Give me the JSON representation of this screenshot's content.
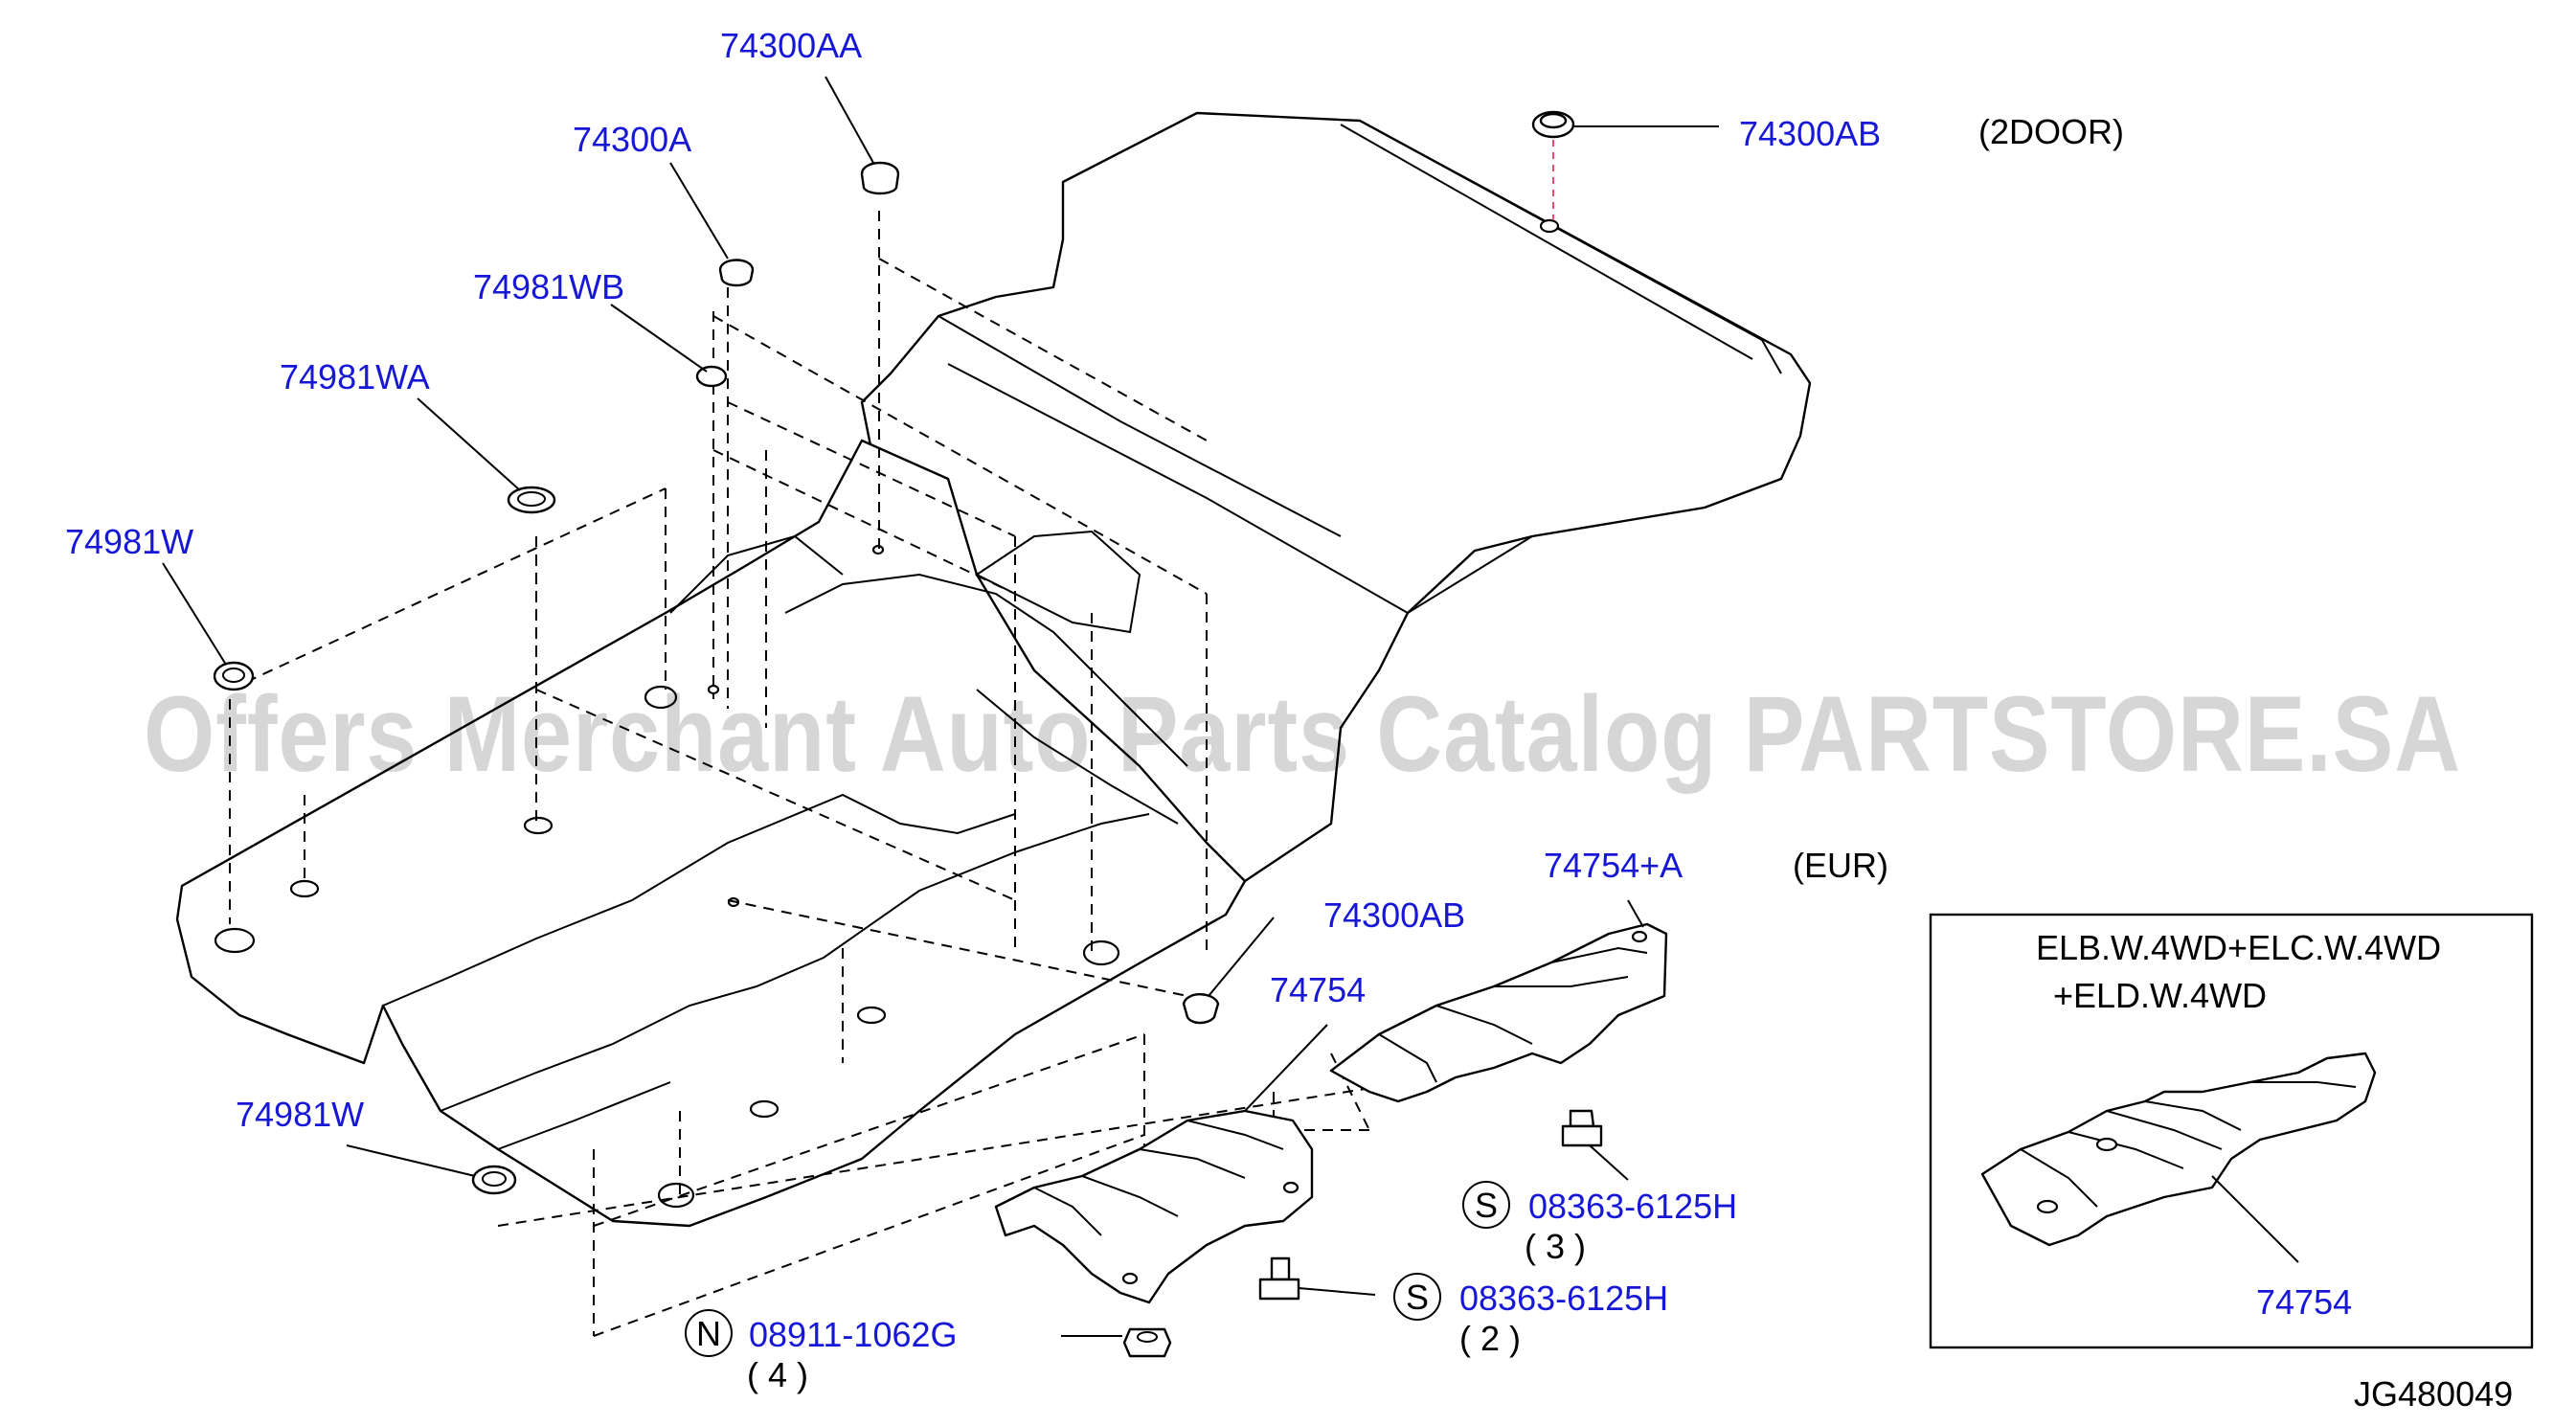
{
  "diagram_code": "JG480049",
  "watermark": "Offers Merchant Auto Parts Catalog PARTSTORE.SA",
  "callouts": [
    {
      "id": "74300AA-top",
      "text": "74300AA"
    },
    {
      "id": "74300A",
      "text": "74300A"
    },
    {
      "id": "74300AB-top",
      "text": "74300AB"
    },
    {
      "id": "74981WB",
      "text": "74981WB"
    },
    {
      "id": "74981WA",
      "text": "74981WA"
    },
    {
      "id": "74981W-top",
      "text": "74981W"
    },
    {
      "id": "74981W-bottom",
      "text": "74981W"
    },
    {
      "id": "74300AB-mid",
      "text": "74300AB"
    },
    {
      "id": "74754+A",
      "text": "74754+A"
    },
    {
      "id": "74754",
      "text": "74754"
    },
    {
      "id": "08363-6125H-3",
      "text": "08363-6125H"
    },
    {
      "id": "08363-6125H-2",
      "text": "08363-6125H"
    },
    {
      "id": "08911-1062G",
      "text": "08911-1062G"
    },
    {
      "id": "74754-inset",
      "text": "74754"
    }
  ],
  "notes": {
    "two_door": "(2DOOR)",
    "eur": "(EUR)"
  },
  "symbols": {
    "s_a": "S",
    "s_b": "S",
    "n": "N"
  },
  "quantities": {
    "q3": "( 3 )",
    "q2": "( 2 )",
    "q4": "( 4 )"
  },
  "inset": {
    "line1": "ELB.W.4WD+ELC.W.4WD",
    "line2": "+ELD.W.4WD"
  },
  "colors": {
    "callout": "#1717d8",
    "line": "#000000",
    "watermark": "#000000"
  }
}
